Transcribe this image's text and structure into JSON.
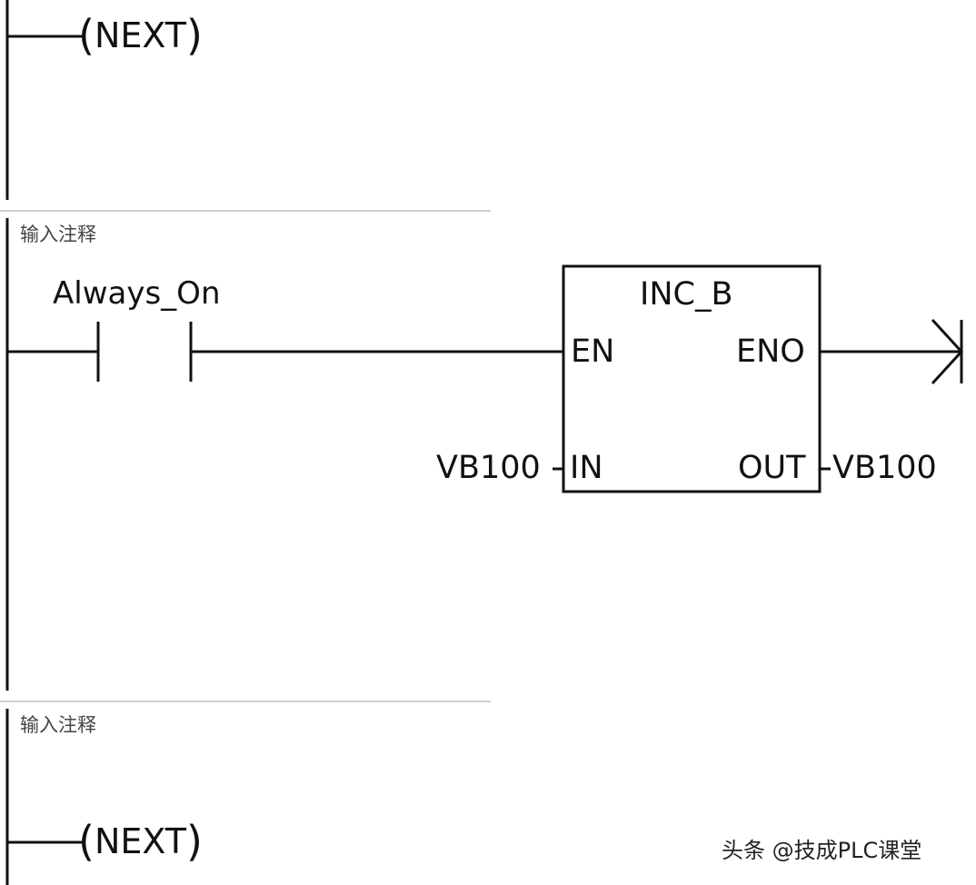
{
  "networks": [
    {
      "coil": {
        "label": "NEXT",
        "open": "(",
        "close": ")"
      }
    },
    {
      "comment": "输入注释",
      "contact": {
        "label": "Always_On"
      },
      "box": {
        "title": "INC_B",
        "en": "EN",
        "eno": "ENO",
        "in": "IN",
        "out": "OUT",
        "in_operand": "VB100",
        "out_operand": "VB100"
      }
    },
    {
      "comment": "输入注释",
      "coil": {
        "label": "NEXT",
        "open": "(",
        "close": ")"
      }
    }
  ],
  "watermark": "头条 @技成PLC课堂"
}
